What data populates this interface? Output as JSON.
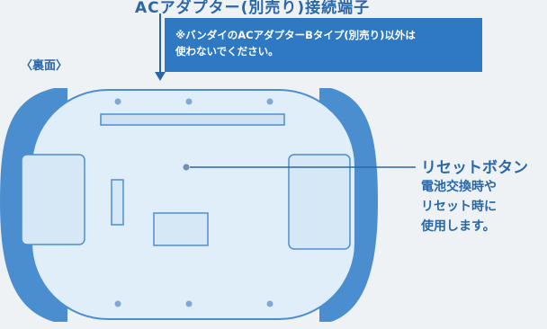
{
  "heading": "ACアダプター(別売り)接続端子",
  "note": {
    "line1": "※バンダイのACアダプターBタイプ(別売り)以外は",
    "line2": "使わないでください。"
  },
  "back_label": "〈裏面〉",
  "callout": {
    "title": "リセットボタン",
    "lines": [
      "電池交換時や",
      "リセット時に",
      "使用します。"
    ]
  },
  "colors": {
    "accent": "#2f78c2",
    "text_blue": "#2a67a8",
    "device_fill": "#dfeef9",
    "device_bumper": "#4b8ed0"
  }
}
